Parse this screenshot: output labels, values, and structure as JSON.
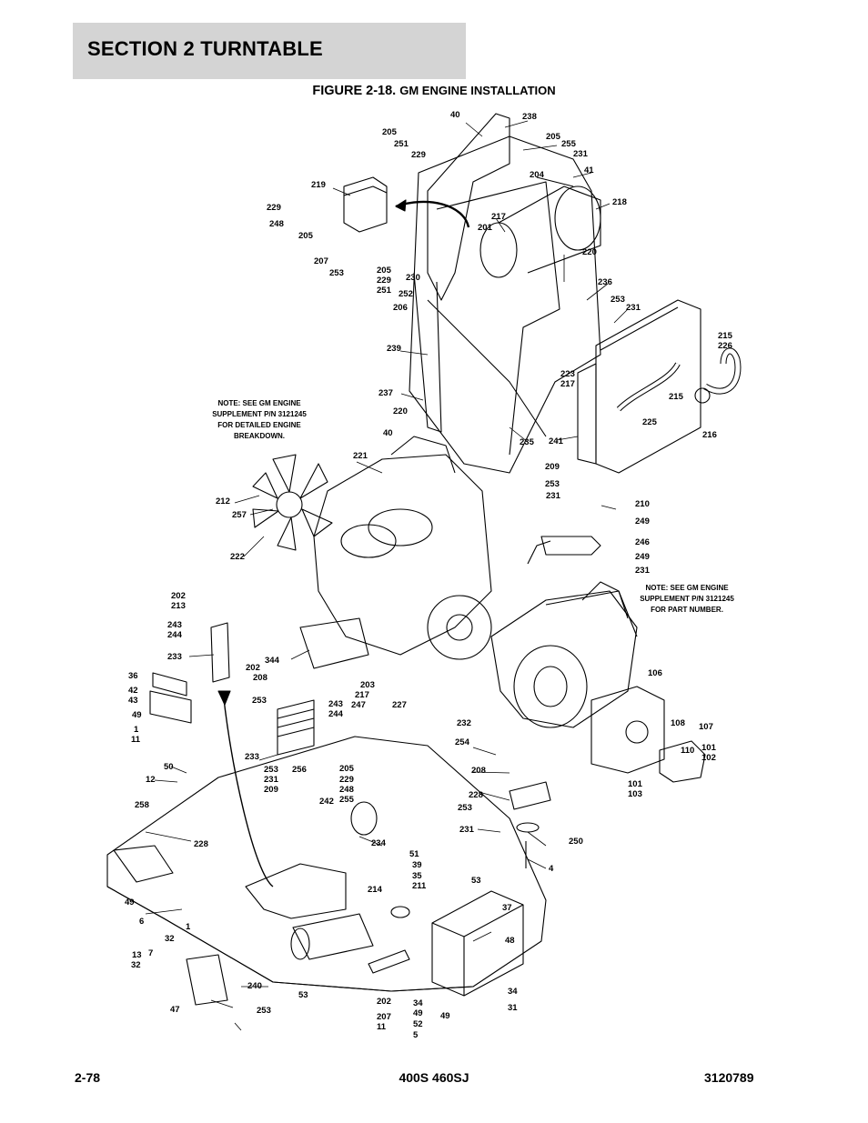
{
  "header": {
    "section": "SECTION 2   TURNTABLE",
    "figure_prefix": "FIGURE 2-18.",
    "figure_name": "GM ENGINE INSTALLATION"
  },
  "notes": [
    [
      "NOTE:  SEE GM ENGINE",
      "SUPPLEMENT P/N 3121245",
      "FOR DETAILED ENGINE",
      "BREAKDOWN."
    ],
    [
      "NOTE:  SEE GM ENGINE",
      "SUPPLEMENT P/N 3121245",
      "FOR PART NUMBER."
    ]
  ],
  "callouts": [
    "40",
    "238",
    "205",
    "251",
    "229",
    "205",
    "255",
    "231",
    "204",
    "41",
    "218",
    "219",
    "229",
    "248",
    "205",
    "217",
    "201",
    "207",
    "253",
    "220",
    "205",
    "229",
    "251",
    "230",
    "252",
    "206",
    "236",
    "253",
    "231",
    "239",
    "215",
    "226",
    "237",
    "220",
    "40",
    "223",
    "217",
    "215",
    "225",
    "216",
    "241",
    "235",
    "221",
    "209",
    "253",
    "231",
    "212",
    "257",
    "222",
    "210",
    "249",
    "246",
    "249",
    "231",
    "202",
    "213",
    "243",
    "244",
    "233",
    "344",
    "202",
    "208",
    "36",
    "42",
    "43",
    "253",
    "203",
    "217",
    "247",
    "227",
    "243",
    "244",
    "106",
    "49",
    "1",
    "11",
    "232",
    "108",
    "107",
    "254",
    "110",
    "101",
    "102",
    "233",
    "256",
    "253",
    "231",
    "209",
    "205",
    "229",
    "248",
    "255",
    "50",
    "12",
    "208",
    "101",
    "103",
    "258",
    "242",
    "228",
    "253",
    "231",
    "250",
    "234",
    "228",
    "214",
    "51",
    "39",
    "35",
    "211",
    "4",
    "53",
    "49",
    "37",
    "6",
    "48",
    "32",
    "1",
    "13",
    "32",
    "7",
    "240",
    "53",
    "47",
    "253",
    "202",
    "207",
    "11",
    "34",
    "49",
    "52",
    "5",
    "49",
    "34",
    "31"
  ],
  "footer": {
    "page": "2-78",
    "model": "400S 460SJ",
    "doc_number": "3120789"
  }
}
